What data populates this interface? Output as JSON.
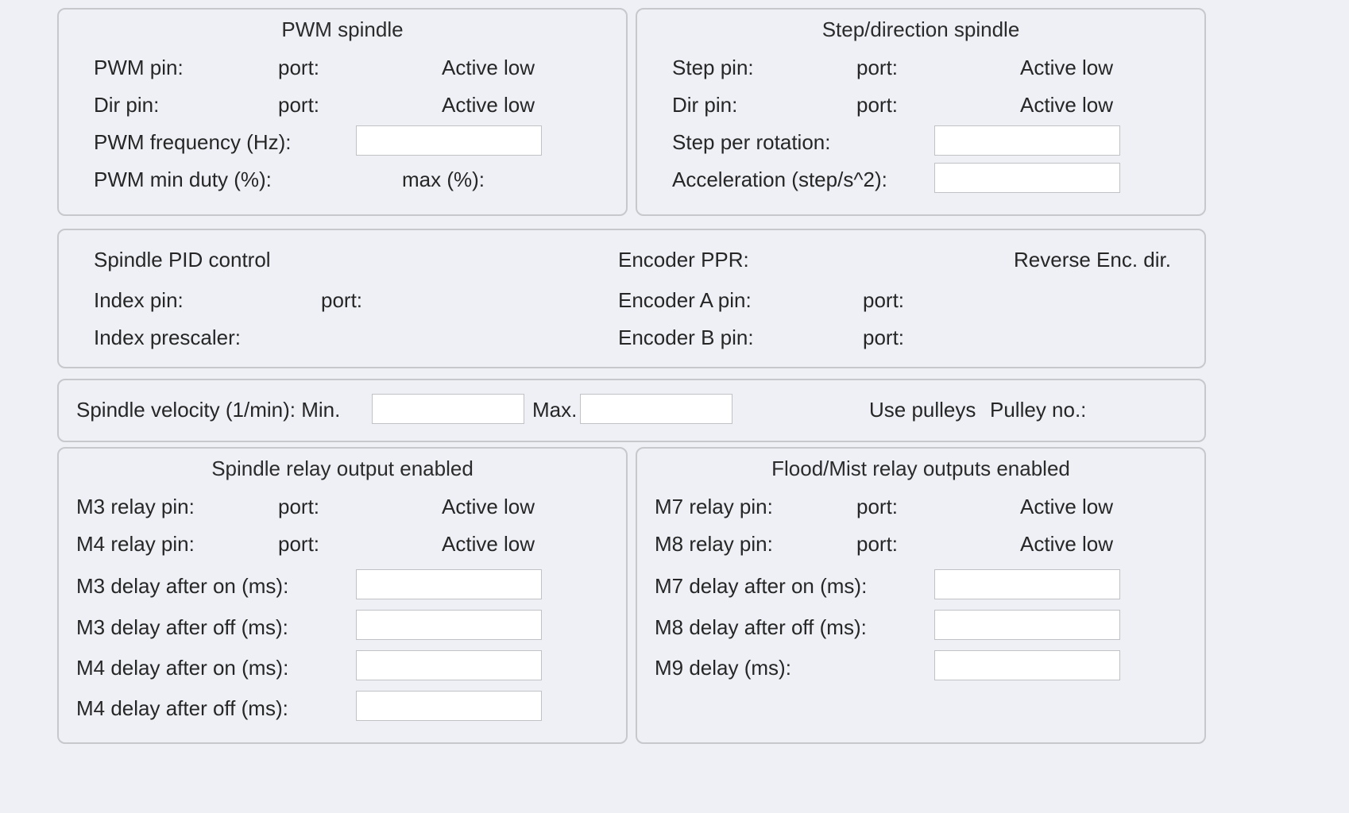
{
  "panels": {
    "pwm_spindle": {
      "title": "PWM spindle",
      "rows": [
        {
          "pin_label": "PWM pin:",
          "port_label": "port:",
          "active_low_label": "Active low"
        },
        {
          "pin_label": "Dir pin:",
          "port_label": "port:",
          "active_low_label": "Active low"
        }
      ],
      "frequency_label": "PWM frequency (Hz):",
      "frequency_value": "",
      "min_duty_label": "PWM min duty (%):",
      "max_duty_label": "max (%):"
    },
    "step_direction_spindle": {
      "title": "Step/direction spindle",
      "rows": [
        {
          "pin_label": "Step pin:",
          "port_label": "port:",
          "active_low_label": "Active low"
        },
        {
          "pin_label": "Dir pin:",
          "port_label": "port:",
          "active_low_label": "Active low"
        }
      ],
      "step_per_rotation_label": "Step per rotation:",
      "step_per_rotation_value": "",
      "acceleration_label": "Acceleration (step/s^2):",
      "acceleration_value": ""
    },
    "spindle_pid": {
      "title": "Spindle PID control",
      "index_pin_label": "Index pin:",
      "index_pin_port_label": "port:",
      "index_prescaler_label": "Index prescaler:",
      "encoder_ppr_label": "Encoder PPR:",
      "reverse_enc_dir_label": "Reverse Enc. dir.",
      "encoder_a_label": "Encoder A pin:",
      "encoder_a_port_label": "port:",
      "encoder_b_label": "Encoder B pin:",
      "encoder_b_port_label": "port:"
    },
    "spindle_velocity": {
      "label": "Spindle velocity (1/min): Min.",
      "min_value": "",
      "max_label": "Max.",
      "max_value": "",
      "use_pulleys_label": "Use pulleys",
      "pulley_no_label": "Pulley no.:"
    },
    "spindle_relay": {
      "title": "Spindle relay output enabled",
      "rows": [
        {
          "pin_label": "M3 relay pin:",
          "port_label": "port:",
          "active_low_label": "Active low"
        },
        {
          "pin_label": "M4 relay pin:",
          "port_label": "port:",
          "active_low_label": "Active low"
        }
      ],
      "delays": [
        {
          "label": "M3 delay after on (ms):",
          "value": ""
        },
        {
          "label": "M3 delay after off (ms):",
          "value": ""
        },
        {
          "label": "M4 delay after on (ms):",
          "value": ""
        },
        {
          "label": "M4 delay after off (ms):",
          "value": ""
        }
      ]
    },
    "flood_mist_relay": {
      "title": "Flood/Mist relay outputs enabled",
      "rows": [
        {
          "pin_label": "M7 relay pin:",
          "port_label": "port:",
          "active_low_label": "Active low"
        },
        {
          "pin_label": "M8 relay pin:",
          "port_label": "port:",
          "active_low_label": "Active low"
        }
      ],
      "delays": [
        {
          "label": "M7 delay after on (ms):",
          "value": ""
        },
        {
          "label": "M8 delay after off (ms):",
          "value": ""
        },
        {
          "label": "M9 delay (ms):",
          "value": ""
        }
      ]
    }
  },
  "colors": {
    "background": "#eff0f5",
    "panel_background": "#eef0f5",
    "panel_border": "#c6c8cc",
    "input_background": "#ffffff",
    "input_border": "#c0c2c6",
    "text": "#262626"
  }
}
